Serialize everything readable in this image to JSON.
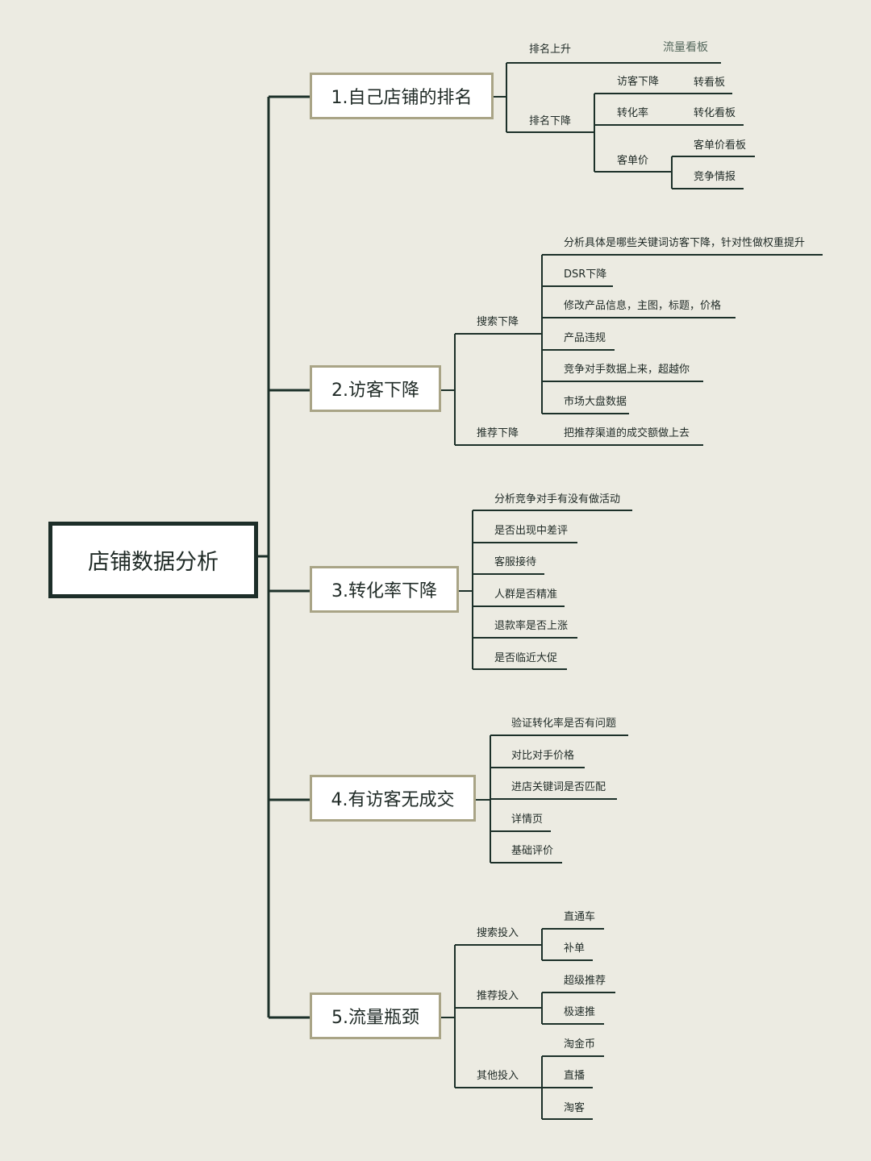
{
  "root": "店铺数据分析",
  "branches": [
    {
      "title": "1.自己店铺的排名",
      "children": [
        {
          "label": "排名上升",
          "children": [
            {
              "label": "流量看板"
            }
          ]
        },
        {
          "label": "排名下降",
          "children": [
            {
              "label": "访客下降",
              "children": [
                {
                  "label": "转看板"
                }
              ]
            },
            {
              "label": "转化率",
              "children": [
                {
                  "label": "转化看板"
                }
              ]
            },
            {
              "label": "客单价",
              "children": [
                {
                  "label": "客单价看板"
                },
                {
                  "label": "竞争情报"
                }
              ]
            }
          ]
        }
      ]
    },
    {
      "title": "2.访客下降",
      "children": [
        {
          "label": "搜索下降",
          "children": [
            {
              "label": "分析具体是哪些关键词访客下降，针对性做权重提升"
            },
            {
              "label": "DSR下降"
            },
            {
              "label": "修改产品信息，主图，标题，价格"
            },
            {
              "label": "产品违规"
            },
            {
              "label": "竞争对手数据上来，超越你"
            },
            {
              "label": "市场大盘数据"
            }
          ]
        },
        {
          "label": "推荐下降",
          "children": [
            {
              "label": "把推荐渠道的成交额做上去"
            }
          ]
        }
      ]
    },
    {
      "title": "3.转化率下降",
      "children": [
        {
          "label": "分析竞争对手有没有做活动"
        },
        {
          "label": "是否出现中差评"
        },
        {
          "label": "客服接待"
        },
        {
          "label": "人群是否精准"
        },
        {
          "label": "退款率是否上涨"
        },
        {
          "label": "是否临近大促"
        }
      ]
    },
    {
      "title": "4.有访客无成交",
      "children": [
        {
          "label": "验证转化率是否有问题"
        },
        {
          "label": "对比对手价格"
        },
        {
          "label": "进店关键词是否匹配"
        },
        {
          "label": "详情页"
        },
        {
          "label": "基础评价"
        }
      ]
    },
    {
      "title": "5.流量瓶颈",
      "children": [
        {
          "label": "搜索投入",
          "children": [
            {
              "label": "直通车"
            },
            {
              "label": "补单"
            }
          ]
        },
        {
          "label": "推荐投入",
          "children": [
            {
              "label": "超级推荐"
            },
            {
              "label": "极速推"
            }
          ]
        },
        {
          "label": "其他投入",
          "children": [
            {
              "label": "淘金币"
            },
            {
              "label": "直播"
            },
            {
              "label": "淘客"
            }
          ]
        }
      ]
    }
  ]
}
